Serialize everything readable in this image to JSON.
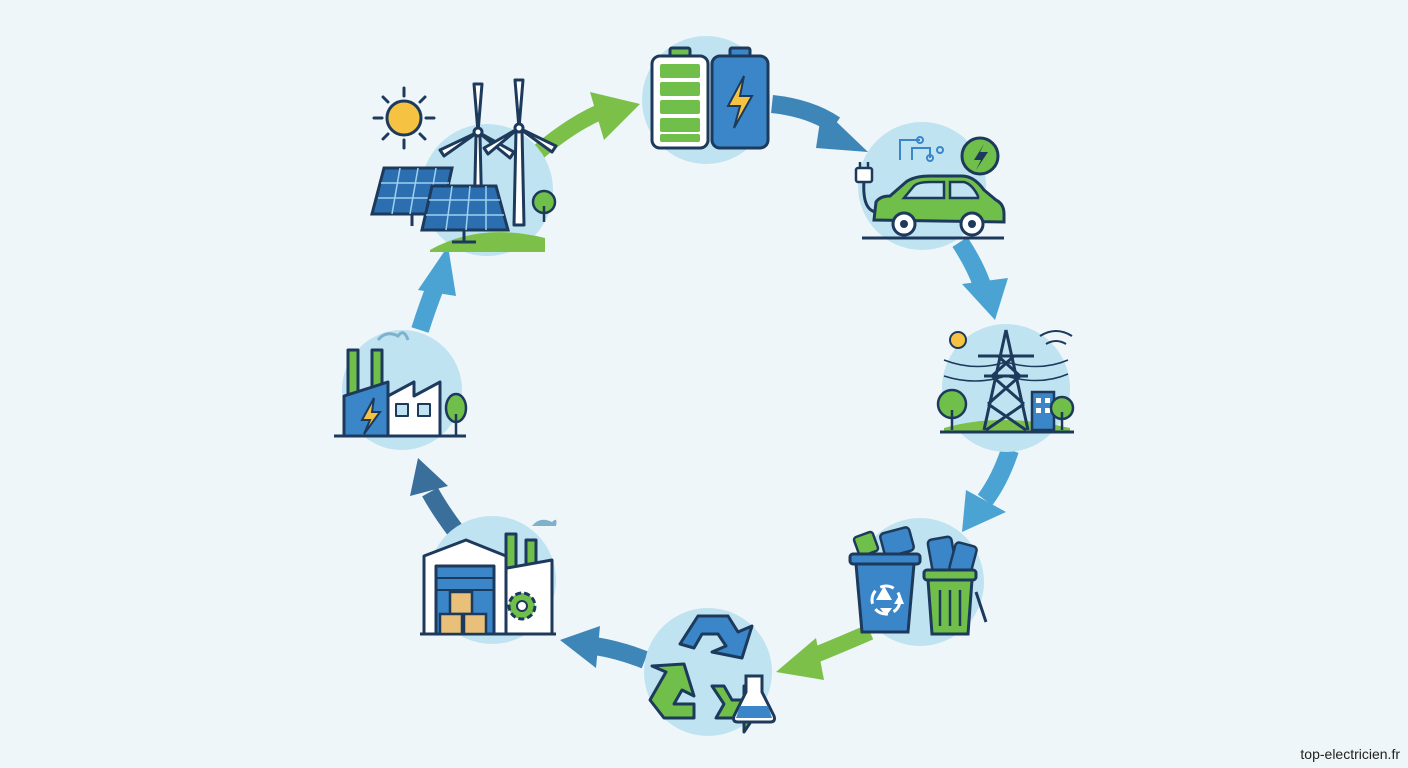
{
  "watermark": "top-electricien.fr",
  "colors": {
    "background": "#eef6f9",
    "circle": "#bfe3f0",
    "arrow_blue": "#3f86b8",
    "arrow_light_blue": "#4aa3d3",
    "arrow_green": "#7cc04a",
    "outline": "#1d3a5c",
    "green": "#6fbf4a",
    "blue": "#3a86c8",
    "yellow": "#f5c242"
  },
  "cycle_nodes": [
    {
      "name": "renewable-energy-node",
      "icons": [
        "sun-icon",
        "solar-panel-icon",
        "wind-turbine-icon",
        "tree-icon"
      ]
    },
    {
      "name": "battery-storage-node",
      "icons": [
        "battery-full-icon",
        "battery-charge-icon"
      ]
    },
    {
      "name": "electric-vehicle-node",
      "icons": [
        "car-icon",
        "plug-icon",
        "lightning-icon"
      ]
    },
    {
      "name": "power-grid-node",
      "icons": [
        "pylon-icon",
        "tree-icon",
        "building-icon",
        "sun-icon"
      ]
    },
    {
      "name": "waste-collection-node",
      "icons": [
        "recycling-bin-icon",
        "trash-bin-icon",
        "phone-icon"
      ]
    },
    {
      "name": "recycling-node",
      "icons": [
        "recycle-icon",
        "flask-icon"
      ]
    },
    {
      "name": "warehouse-node",
      "icons": [
        "warehouse-icon",
        "box-icon",
        "gear-icon"
      ]
    },
    {
      "name": "factory-node",
      "icons": [
        "factory-icon",
        "lightning-icon",
        "tree-icon"
      ]
    }
  ]
}
